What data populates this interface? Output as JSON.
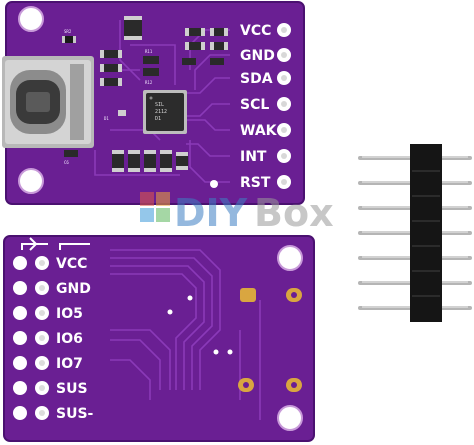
{
  "front_board": {
    "pin_labels": [
      "VCC",
      "GND",
      "SDA",
      "SCL",
      "WAK",
      "INT",
      "RST"
    ],
    "chip_markings": [
      "SIL",
      "2112",
      "D1"
    ],
    "silkscreen": [
      "SR2",
      "R11",
      "R12",
      "C6",
      "D1"
    ]
  },
  "back_board": {
    "pin_labels": [
      "VCC",
      "GND",
      "IO5",
      "IO6",
      "IO7",
      "SUS",
      "SUS-"
    ]
  },
  "watermark": {
    "text_diy": "DIY",
    "text_box": "Box"
  },
  "colors": {
    "pcb": "#6a1f93",
    "pcb_dark": "#4a1170",
    "trace": "#8a3ab8",
    "pad_gold": "#d9a640",
    "pin_black": "#151515",
    "pin_metal": "#b5b5b5"
  }
}
